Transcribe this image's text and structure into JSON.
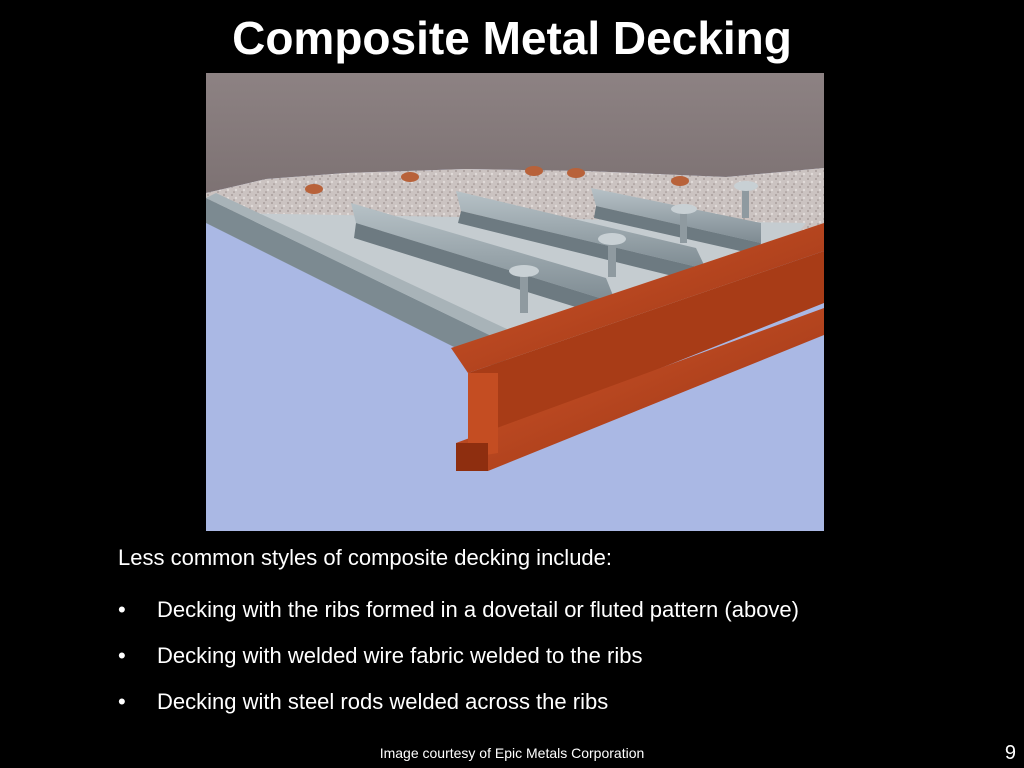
{
  "slide": {
    "title": "Composite Metal Decking",
    "intro": "Less common styles of composite decking include:",
    "bullet_glyph": "•",
    "bullets": [
      "Decking with the ribs formed in a dovetail or fluted pattern (above)",
      "Decking with welded wire fabric welded to the ribs",
      "Decking with steel rods welded across the ribs"
    ],
    "credit": "Image courtesy of Epic Metals Corporation",
    "page_number": "9"
  },
  "colors": {
    "background": "#000000",
    "text": "#ffffff",
    "sky": "#aab8e4",
    "concrete_top": "#8a7f80",
    "concrete_edge": "#cfc8c6",
    "deck_steel": "#9aa7ad",
    "beam_steel": "#b8441e",
    "stud": "#b9c2c6"
  }
}
